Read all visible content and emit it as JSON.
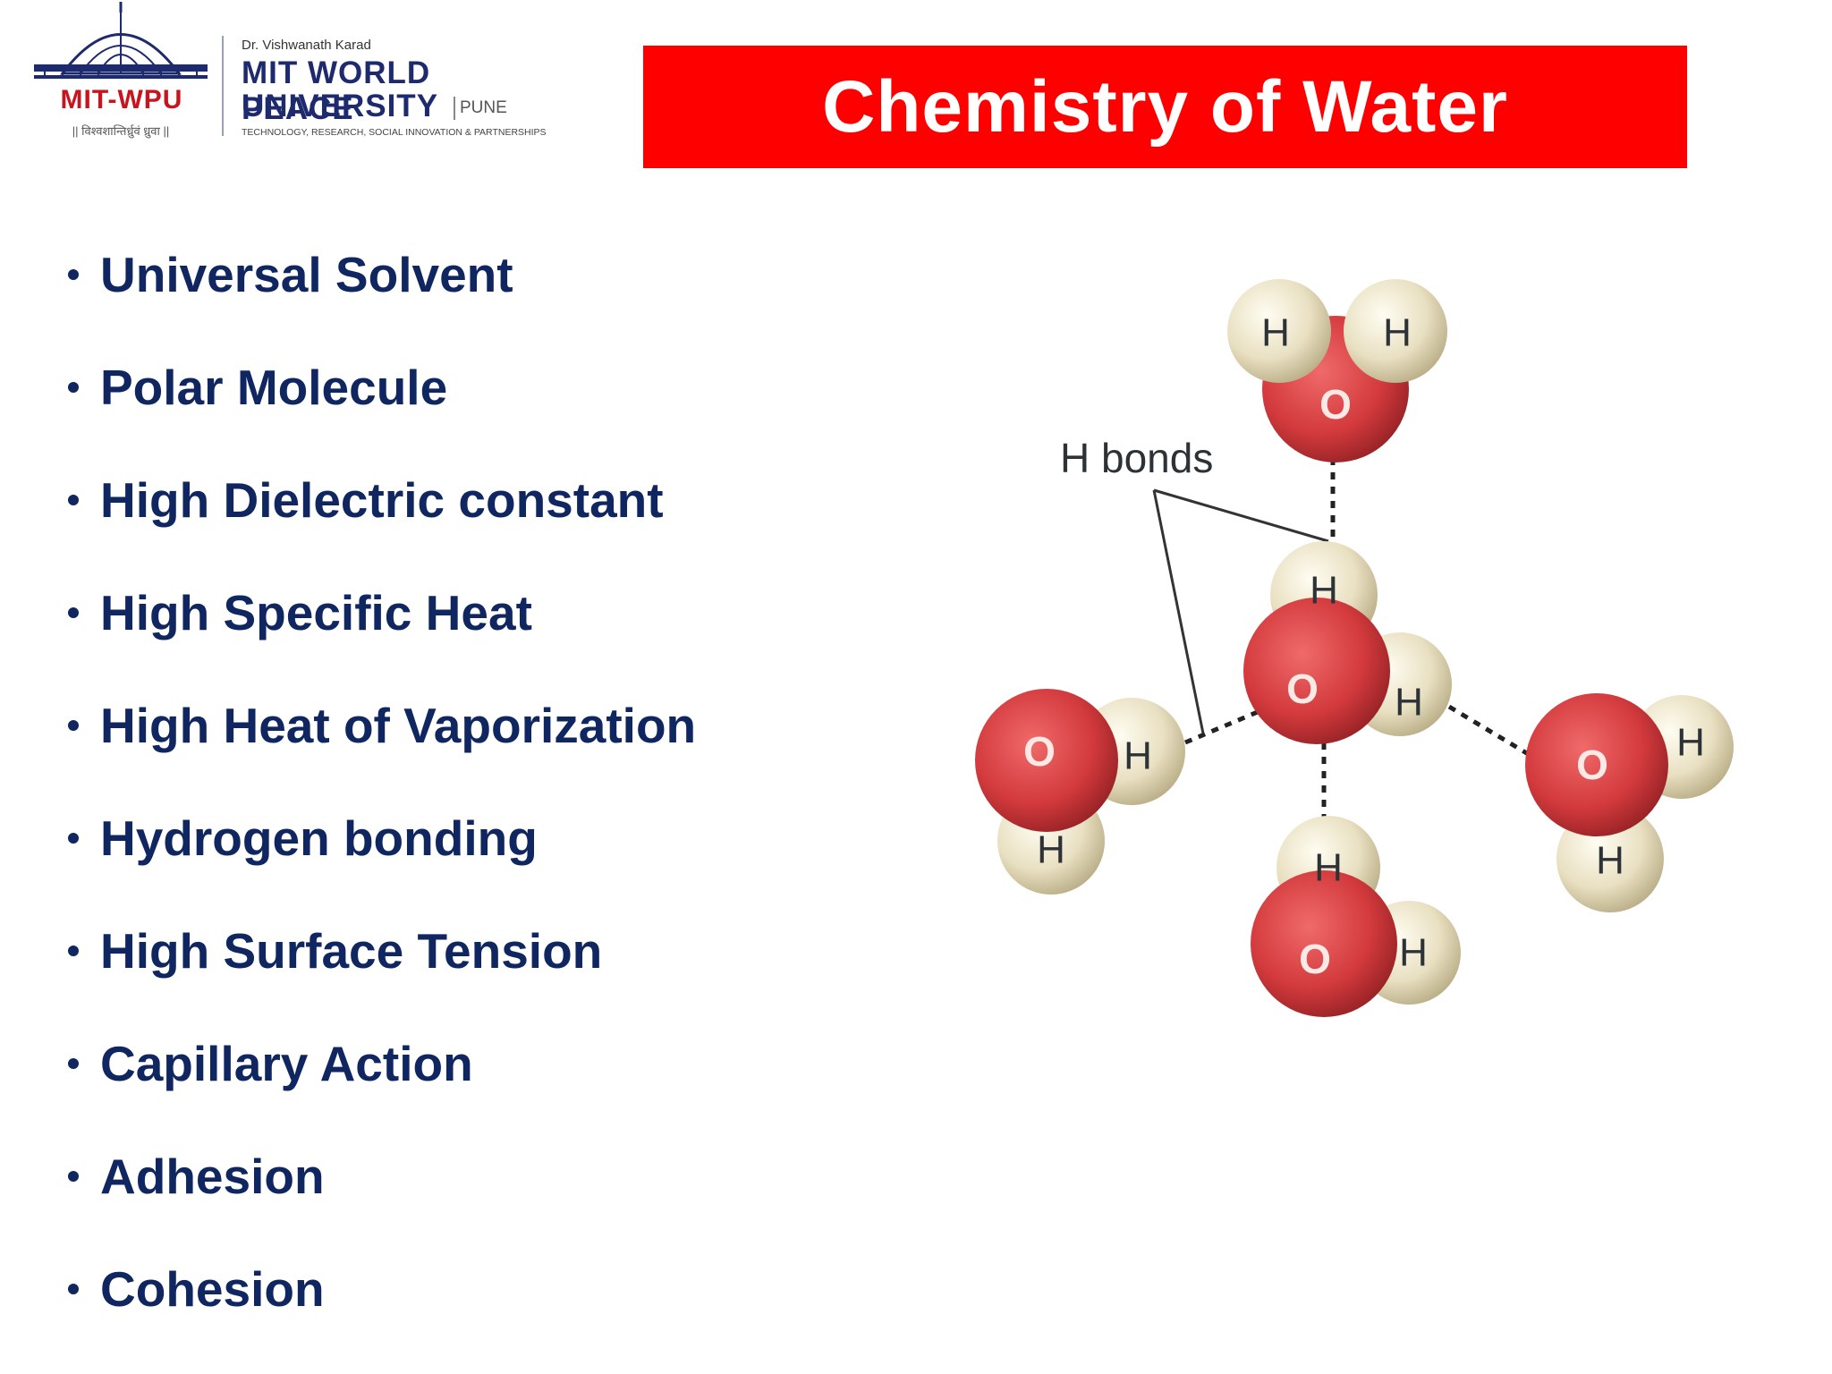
{
  "logo": {
    "abbr": "MIT-WPU",
    "motto": "|| विश्वशान्तिर्ध्रुवं ध्रुवा ||",
    "founder": "Dr. Vishwanath Karad",
    "name_line1": "MIT WORLD PEACE",
    "name_line2": "UNIVERSITY",
    "city": "PUNE",
    "tagline": "TECHNOLOGY, RESEARCH, SOCIAL INNOVATION & PARTNERSHIPS"
  },
  "title": "Chemistry of Water",
  "bullets": [
    "Universal Solvent",
    "Polar Molecule",
    "High Dielectric constant",
    "High Specific Heat",
    "High Heat of Vaporization",
    "Hydrogen bonding",
    "High Surface Tension",
    "Capillary Action",
    "Adhesion",
    "Cohesion"
  ],
  "diagram": {
    "hbond_label": "H bonds",
    "hydrogen_symbol": "H",
    "oxygen_symbol": "O",
    "colors": {
      "oxygen": "#d8393c",
      "hydrogen": "#ece4c8",
      "bond": "#222222"
    }
  }
}
